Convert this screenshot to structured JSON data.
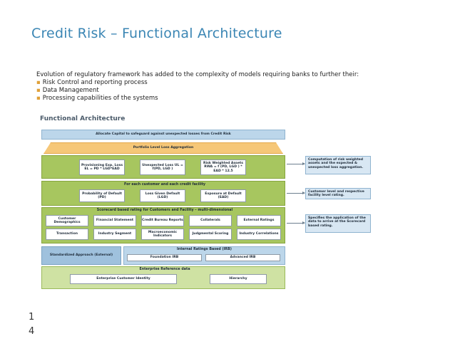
{
  "title": "Credit Risk – Functional Architecture",
  "intro": {
    "text": "Evolution of regulatory framework has added to the complexity of models requiring banks to further their:",
    "bullets": [
      "Risk Control and reporting process",
      "Data Management",
      "Processing  capabilities of the systems"
    ]
  },
  "diagram": {
    "title": "Functional Architecture",
    "allocate": "Allocate Capital to safeguard against unexpected losses from Credit Risk",
    "portfolio": "Portfolio Level Loss Aggregation",
    "provisioning": "Provisioning Exp. Loss EL = PD * LGD*EAD",
    "unexpected": "Unexpected Loss UL = f(PD, LGD )",
    "rwa": "Risk Weighted Assets RWA = f (PD, LGD ) * EAD * 12.5",
    "facility_header": "For each customer and each credit facility",
    "pd": "Probability of Default (PD)",
    "lgd": "Loss Given Default (LGD)",
    "ead": "Exposure at Default (EAD)",
    "scorecard_header": "Scorecard based rating for Customers and Facility – multi-dimensional",
    "score_items": [
      "Customer Demographics",
      "Financial Statement",
      "Credit Bureau Reports",
      "Collaterals",
      "External Ratings",
      "Transaction",
      "Industry Segment",
      "Macroeconomic Indicators",
      "Judgmental Scoring",
      "Industry Correlations"
    ],
    "standardized": "Standardized Approach (External)",
    "irb_header": "Internal Ratings Based (IRB)",
    "foundation": "Foundation IRB",
    "advanced": "Advanced IRB",
    "enterprise_header": "Enterprise Reference data",
    "customer_identity": "Enterprise Customer Identity",
    "hierarchy": "Hierarchy",
    "notes": [
      "Computation of risk weighted assets and the expected & unexpected loss aggregation.",
      "Customer level and respective facility level rating.",
      "Specifies the application of the data to arrive at the Scorecard based rating."
    ]
  },
  "page_number": [
    "1",
    "4"
  ]
}
